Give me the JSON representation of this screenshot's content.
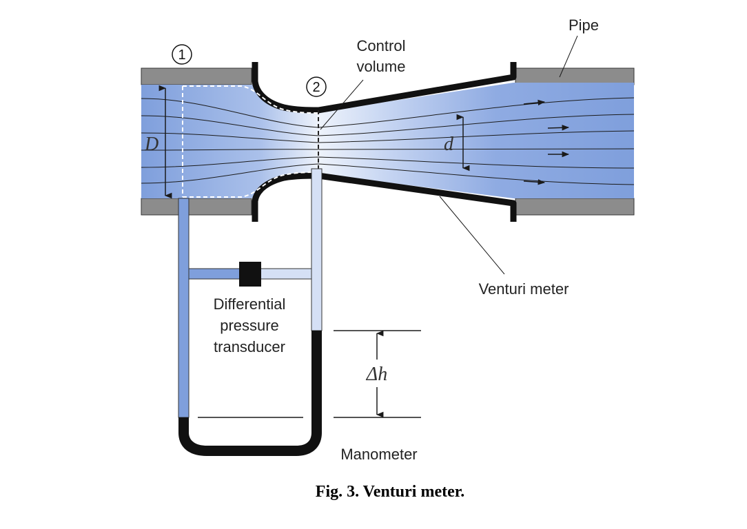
{
  "labels": {
    "pipe": "Pipe",
    "control_line1": "Control",
    "control_line2": "volume",
    "station1": "1",
    "station2": "2",
    "diameter_D": "D",
    "diameter_d": "d",
    "venturi_meter": "Venturi meter",
    "transducer_line1": "Differential",
    "transducer_line2": "pressure",
    "transducer_line3": "transducer",
    "delta_h": "Δh",
    "manometer": "Manometer"
  },
  "caption": "Fig. 3.  Venturi meter.",
  "colors": {
    "fluid": "#7f9fdc",
    "fluid_light": "#eef3fb",
    "pipe_wall": "#8c8c8c",
    "wall_dark": "#111111"
  }
}
